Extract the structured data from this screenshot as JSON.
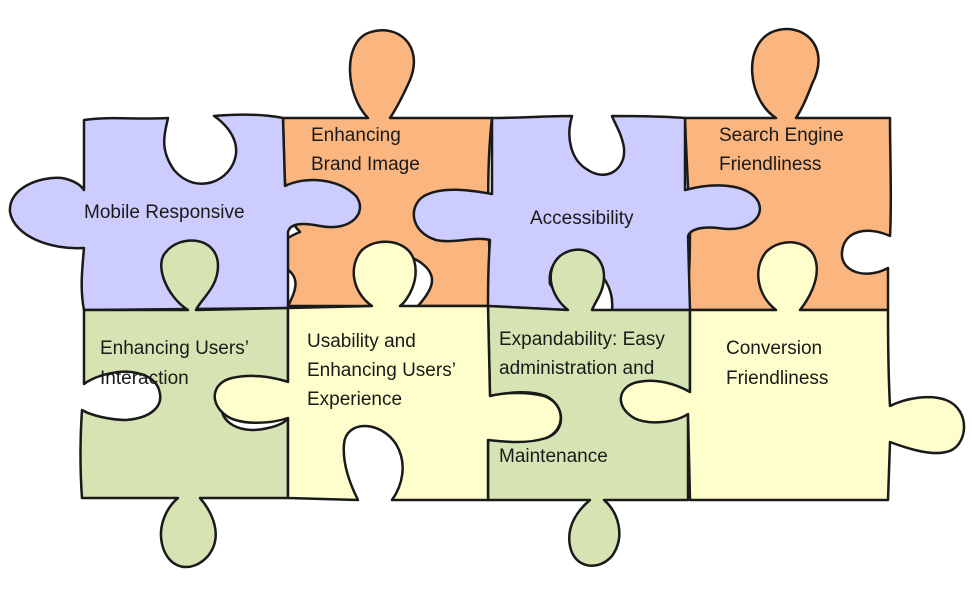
{
  "colors": {
    "purple": "#ccccff",
    "orange": "#fbb57e",
    "green": "#d6e4b4",
    "yellow": "#fefecc",
    "outline": "#1a1a1a"
  },
  "pieces": [
    {
      "id": "mobile",
      "color": "purple",
      "lines": [
        "Mobile Responsive"
      ]
    },
    {
      "id": "brand",
      "color": "orange",
      "lines": [
        "Enhancing",
        "Brand Image"
      ]
    },
    {
      "id": "access",
      "color": "purple",
      "lines": [
        "Accessibility"
      ]
    },
    {
      "id": "seo",
      "color": "orange",
      "lines": [
        "Search Engine",
        "Friendliness"
      ]
    },
    {
      "id": "interaction",
      "color": "green",
      "lines": [
        "Enhancing Users’",
        "Interaction"
      ]
    },
    {
      "id": "usability",
      "color": "yellow",
      "lines": [
        "Usability and",
        "Enhancing Users’",
        "Experience"
      ]
    },
    {
      "id": "expand",
      "color": "green",
      "lines": [
        "Expandability: Easy",
        "administration and",
        "Maintenance"
      ]
    },
    {
      "id": "conversion",
      "color": "yellow",
      "lines": [
        "Conversion",
        "Friendliness"
      ]
    }
  ]
}
